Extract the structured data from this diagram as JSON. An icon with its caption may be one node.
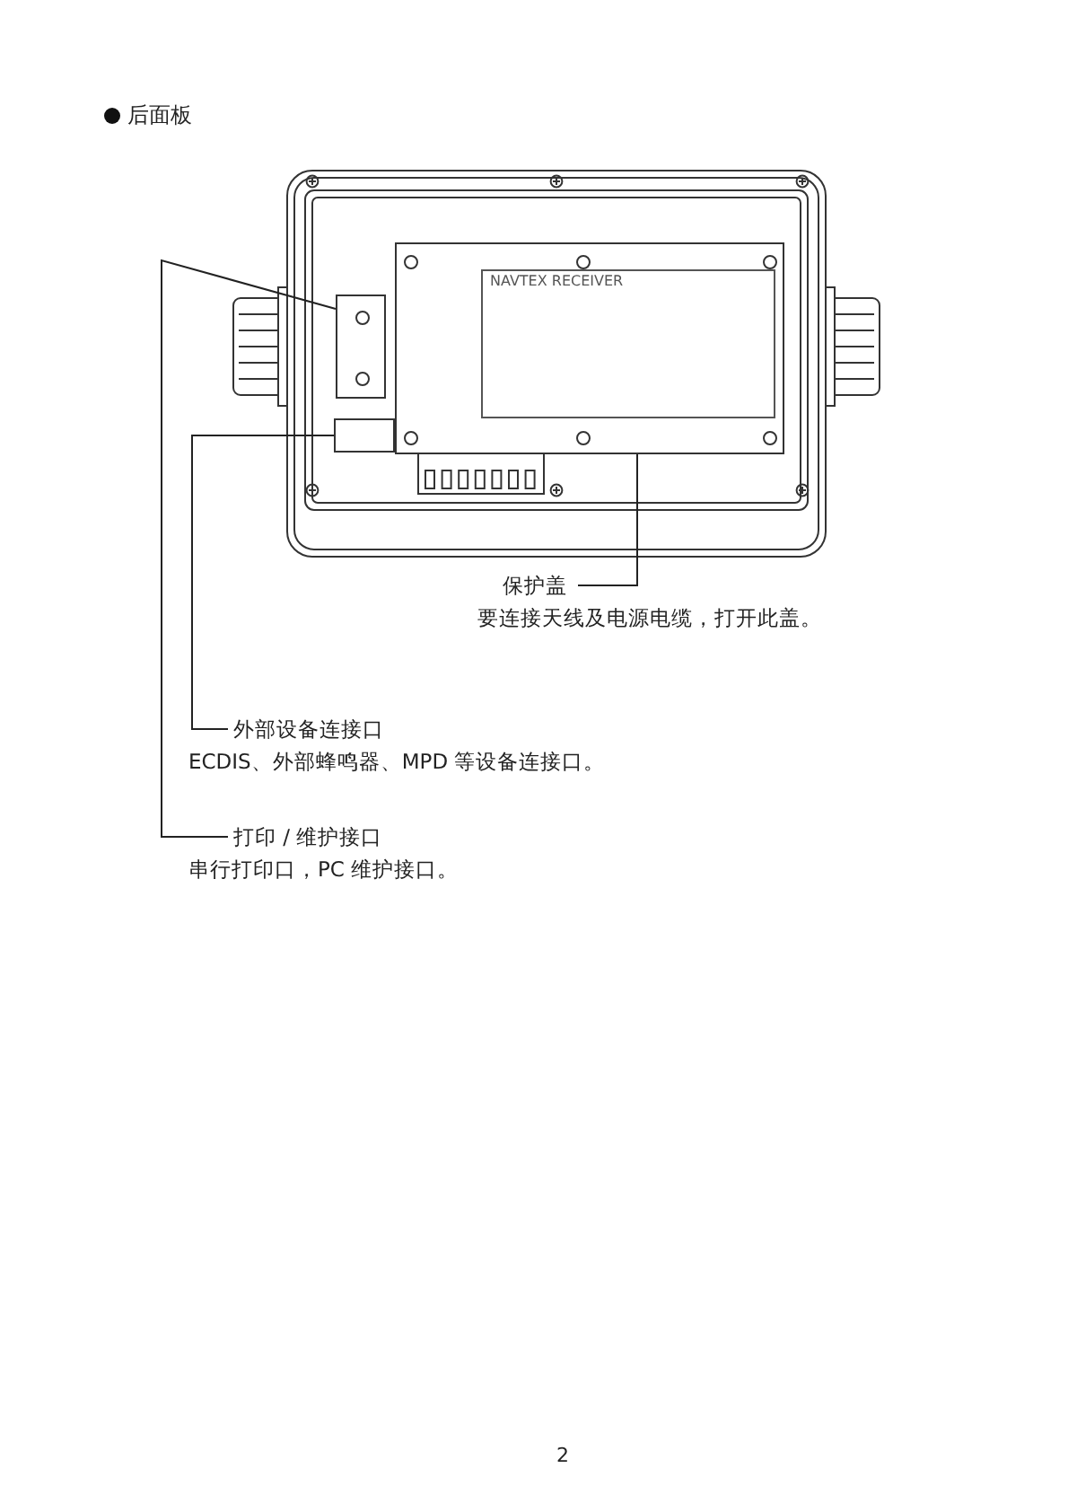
{
  "diagram": {
    "title": "后面板",
    "nodes": [
      {
        "text": [
          "保护盖",
          "要连接天线及电源电缆，打开此盖。"
        ]
      },
      {
        "text": [],
        "shape": "box"
      },
      {
        "text": [
          "外部设备连接口",
          "ECDIS、外部蜂鸣器、MPD 等设备连接口。"
        ]
      },
      {
        "text": [],
        "shape": "box"
      },
      {
        "text": [
          "打印 / 维护接口",
          "串行打印口，PC 维护接口。"
        ]
      },
      {
        "text": [],
        "shape": "box"
      }
    ],
    "edges": [
      {
        "from": 0,
        "to": 1,
        "arrow": "none"
      },
      {
        "from": 2,
        "to": 3,
        "arrow": "none"
      },
      {
        "from": 4,
        "to": 5,
        "arrow": "none"
      }
    ],
    "labels": [
      "NAVTEX RECEIVER",
      "2"
    ]
  }
}
